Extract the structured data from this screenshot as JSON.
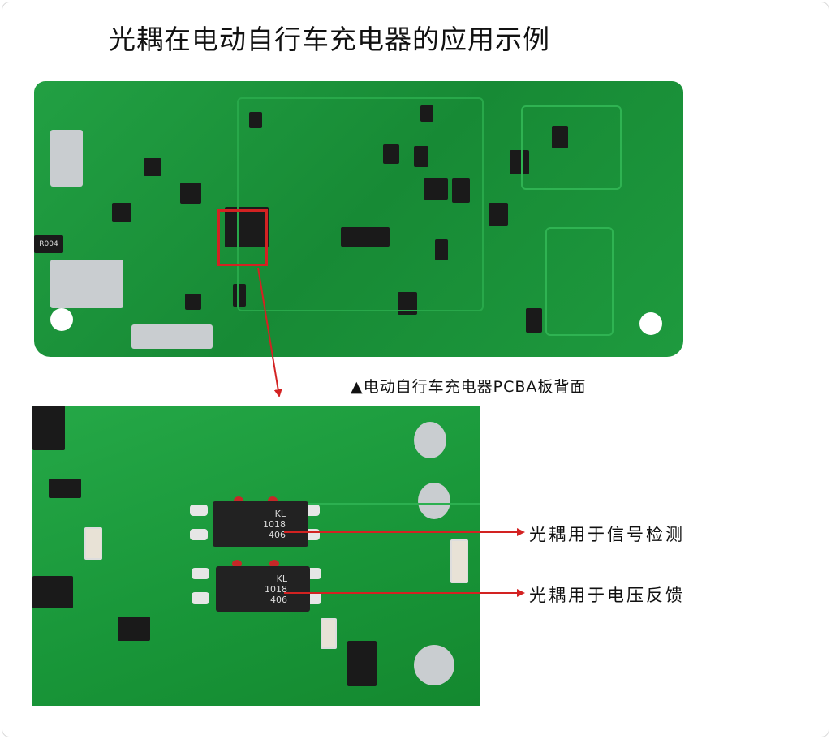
{
  "title": "光耦在电动自行车充电器的应用示例",
  "board_caption": "▲电动自行车充电器PCBA板背面",
  "optocouplers": [
    {
      "marking": [
        "KL",
        "1018",
        "406"
      ],
      "label": "光耦用于信号检测"
    },
    {
      "marking": [
        "KL",
        "1018",
        "406"
      ],
      "label": "光耦用于电压反馈"
    }
  ],
  "board_marking": "R004",
  "colors": {
    "pcb": "#1e8f3a",
    "annotation": "#d32222"
  }
}
